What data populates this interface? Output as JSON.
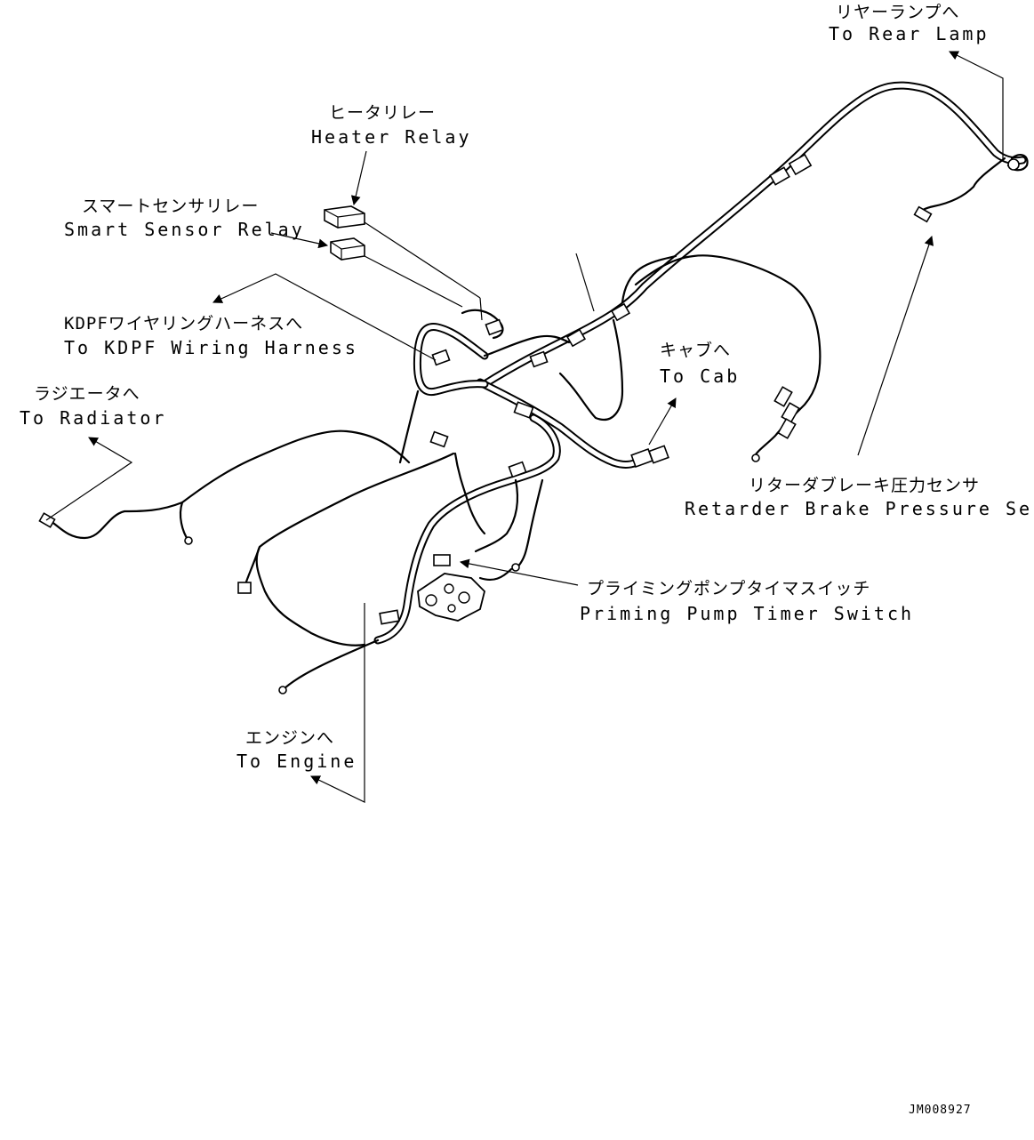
{
  "labels": {
    "rear_lamp_jp": "リヤーランプへ",
    "rear_lamp_en": "To Rear Lamp",
    "heater_relay_jp": "ヒータリレー",
    "heater_relay_en": "Heater Relay",
    "smart_sensor_jp": "スマートセンサリレー",
    "smart_sensor_en": "Smart Sensor Relay",
    "kdpf_jp": "KDPFワイヤリングハーネスへ",
    "kdpf_en": "To KDPF Wiring Harness",
    "radiator_jp": "ラジエータへ",
    "radiator_en": "To Radiator",
    "cab_jp": "キャブへ",
    "cab_en": "To Cab",
    "retarder_jp": "リターダブレーキ圧力センサ",
    "retarder_en": "Retarder Brake Pressure Sensor",
    "priming_jp": "プライミングポンプタイマスイッチ",
    "priming_en": "Priming Pump Timer Switch",
    "engine_jp": "エンジンへ",
    "engine_en": "To Engine"
  },
  "drawing_code": "JM008927",
  "icons": {
    "relay": "relay-box-icon",
    "connector": "connector-plug-icon",
    "arrow": "leader-arrow-icon",
    "pump": "priming-pump-icon"
  },
  "colors": {
    "line": "#000000",
    "background": "#ffffff"
  }
}
